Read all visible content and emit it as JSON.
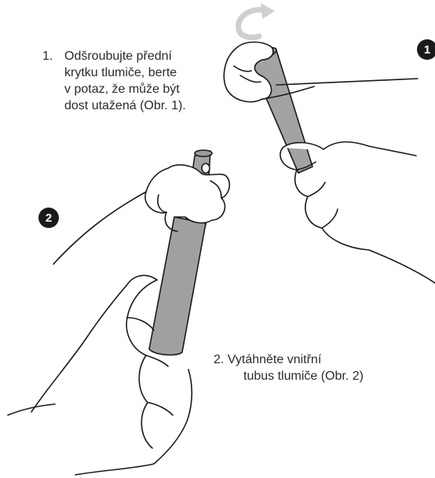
{
  "step1": {
    "number": "1.",
    "lines": [
      "Odšroubujte přední",
      "krytku tlumiče, berte",
      "v potaz, že může být",
      "dost utažená (Obr. 1)."
    ]
  },
  "step2": {
    "lines": [
      "2. Vytáhněte vnitřní",
      "tubus tlumiče (Obr. 2)"
    ]
  },
  "figures": {
    "badge1": "1",
    "badge2": "2"
  },
  "icons": {
    "rotate": "rotate-counterclockwise-arrow-icon"
  },
  "colors": {
    "text": "#2b2b2b",
    "tube": "#9a9a9a",
    "badge": "#1a1a1a",
    "arrow": "#c8c8c8"
  }
}
